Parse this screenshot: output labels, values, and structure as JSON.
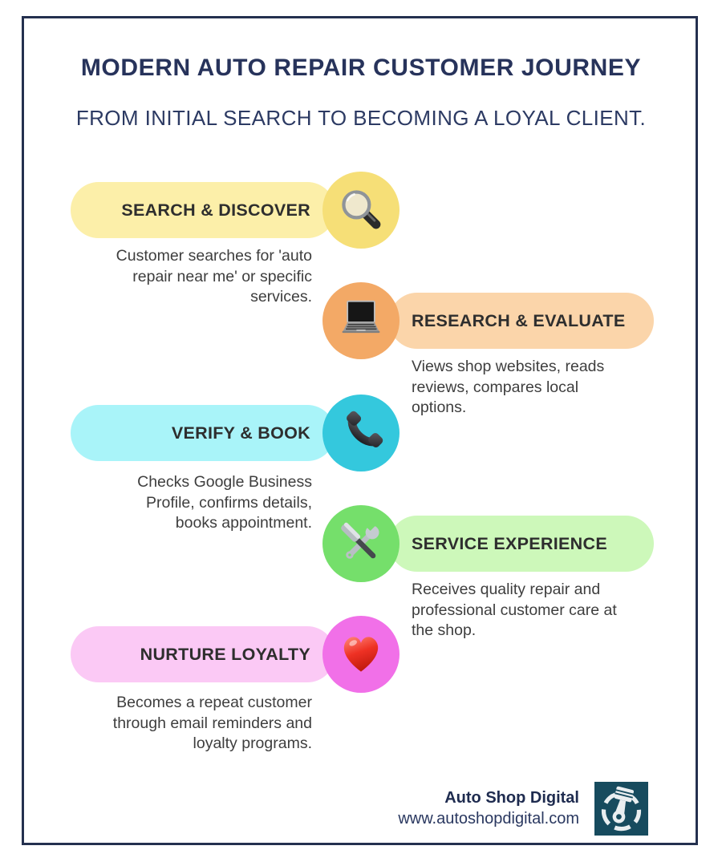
{
  "header": {
    "title": "MODERN AUTO REPAIR CUSTOMER JOURNEY",
    "subtitle": "FROM INITIAL SEARCH TO BECOMING A LOYAL CLIENT."
  },
  "steps": [
    {
      "label": "SEARCH & DISCOVER",
      "icon": "magnifying-glass-icon",
      "side": "left",
      "pill_color": "#FCEFA9",
      "circle_color": "#F6DF77",
      "description": "Customer searches for 'auto repair near me' or specific services.",
      "desc_lines": [
        "Customer searches for 'auto",
        "repair near me' or specific",
        "services."
      ]
    },
    {
      "label": "RESEARCH & EVALUATE",
      "icon": "laptop-icon",
      "side": "right",
      "pill_color": "#FBD5AA",
      "circle_color": "#F3A966",
      "description": "Views shop websites, reads reviews, compares local options.",
      "desc_lines": [
        "Views shop websites, reads",
        "reviews, compares local",
        "options."
      ]
    },
    {
      "label": "VERIFY & BOOK",
      "icon": "phone-receiver-icon",
      "side": "left",
      "pill_color": "#A9F4F9",
      "circle_color": "#34C8DD",
      "description": "Checks Google Business Profile, confirms details, books appointment.",
      "desc_lines": [
        "Checks Google Business",
        "Profile, confirms details,",
        "books appointment."
      ]
    },
    {
      "label": "SERVICE EXPERIENCE",
      "icon": "hammer-wrench-icon",
      "side": "right",
      "pill_color": "#CDF8BA",
      "circle_color": "#75DF6B",
      "description": "Receives quality repair and professional customer care at the shop.",
      "desc_lines": [
        "Receives quality repair and",
        "professional customer care at",
        "the shop."
      ]
    },
    {
      "label": "NURTURE LOYALTY",
      "icon": "heart-icon",
      "side": "left",
      "pill_color": "#FBC9F5",
      "circle_color": "#F170E8",
      "description": "Becomes a repeat customer through email reminders and loyalty programs.",
      "desc_lines": [
        "Becomes a repeat customer",
        "through email reminders and",
        "loyalty programs."
      ]
    }
  ],
  "footer": {
    "brand": "Auto Shop Digital",
    "website": "www.autoshopdigital.com",
    "logo": "piston-logo"
  },
  "colors": {
    "frame_border": "#24304F",
    "heading_navy": "#27335B",
    "body_text": "#3E3E3E",
    "logo_background": "#174B5E"
  }
}
